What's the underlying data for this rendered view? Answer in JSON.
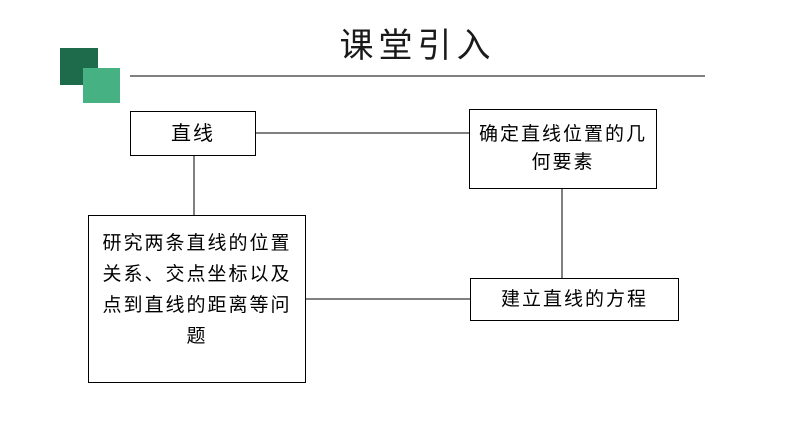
{
  "slide": {
    "title": "课堂引入",
    "background_color": "#ffffff"
  },
  "decoration": {
    "dark_square_color": "#1d6b4b",
    "light_square_color": "#46b183",
    "rule_color": "#808080"
  },
  "diagram": {
    "type": "flowchart",
    "border_color": "#000000",
    "connector_color": "#808080",
    "nodes": [
      {
        "id": "line",
        "label": "直线"
      },
      {
        "id": "elements",
        "label": "确定直线位置的几何要素"
      },
      {
        "id": "problems",
        "label": "研究两条直线的位置关系、交点坐标以及点到直线的距离等问题"
      },
      {
        "id": "equation",
        "label": "建立直线的方程"
      }
    ],
    "connectors": [
      {
        "from": "line",
        "to": "elements"
      },
      {
        "from": "line",
        "to": "problems"
      },
      {
        "from": "elements",
        "to": "equation"
      },
      {
        "from": "equation",
        "to": "problems"
      }
    ]
  }
}
